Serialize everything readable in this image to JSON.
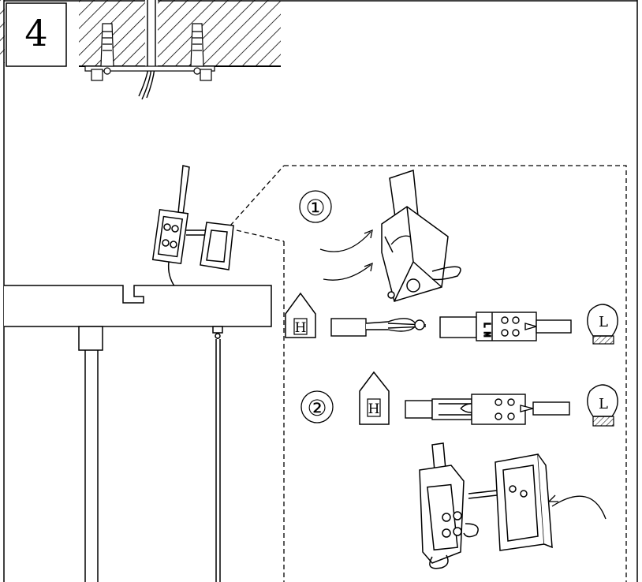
{
  "step": {
    "number": "4"
  },
  "sub_steps": [
    {
      "marker": "①"
    },
    {
      "marker": "②"
    }
  ],
  "house_label": "H",
  "bulb_label": "L",
  "connector_labels": {
    "live": "L",
    "neutral": "N"
  },
  "colors": {
    "line": "#000000",
    "background": "#ffffff",
    "dash": "#000000"
  }
}
